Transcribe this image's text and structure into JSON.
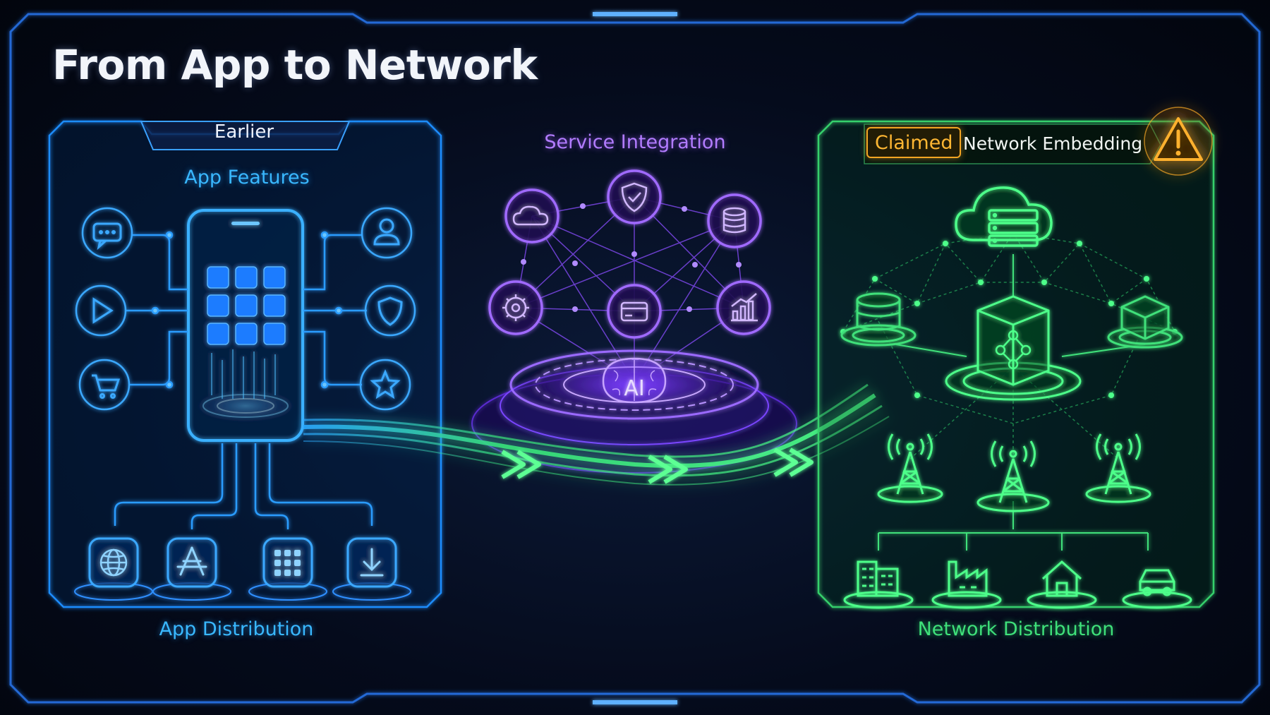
{
  "title": "From App to Network",
  "panels": {
    "earlier": {
      "tab_label": "Earlier",
      "heading": "App Features",
      "footer": "App Distribution",
      "feature_icons": [
        "chat-icon",
        "play-icon",
        "cart-icon",
        "user-icon",
        "shield-icon",
        "star-icon"
      ],
      "distribution_icons": [
        "globe-icon",
        "app-store-icon",
        "app-grid-icon",
        "download-icon"
      ]
    },
    "service": {
      "heading": "Service Integration",
      "core_label": "AI",
      "node_icons": [
        "cloud-icon",
        "shield-check-icon",
        "database-icon",
        "gear-icon",
        "card-icon",
        "chart-icon"
      ]
    },
    "network": {
      "badge": "Claimed",
      "heading": "Network Embedding",
      "footer": "Network Distribution",
      "warning_icon": "warning-icon",
      "top_icon": "cloud-server-icon",
      "platform_icons": [
        "database-icon",
        "network-cube-icon",
        "cube-icon"
      ],
      "tower_icons": [
        "tower-icon",
        "tower-icon",
        "tower-icon"
      ],
      "endpoint_icons": [
        "office-icon",
        "factory-icon",
        "home-icon",
        "car-icon"
      ]
    }
  },
  "colors": {
    "app_blue": "#2f9bff",
    "service_purple": "#9b5cff",
    "network_green": "#35e07a",
    "warning_orange": "#f5a623",
    "title_white": "#f2f5fa"
  }
}
